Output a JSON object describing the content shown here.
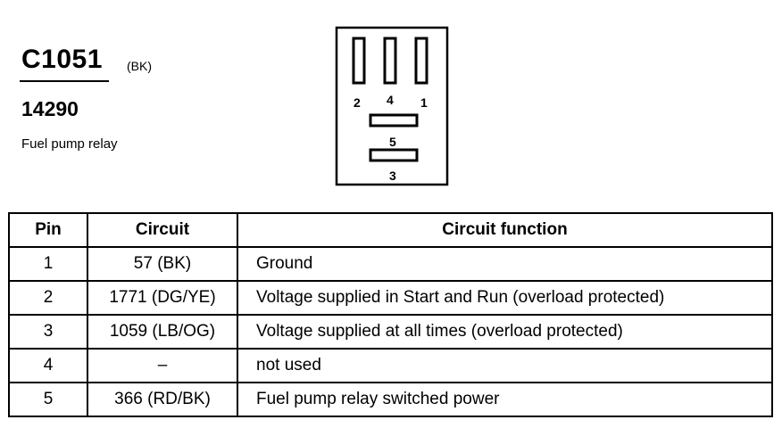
{
  "header": {
    "connector_id": "C1051",
    "connector_color": "(BK)",
    "part_number": "14290",
    "description": "Fuel pump relay"
  },
  "connector_diagram": {
    "pin_labels": [
      "2",
      "4",
      "1",
      "5",
      "3"
    ]
  },
  "table": {
    "headers": [
      "Pin",
      "Circuit",
      "Circuit function"
    ],
    "rows": [
      {
        "pin": "1",
        "circuit": "57 (BK)",
        "function": "Ground"
      },
      {
        "pin": "2",
        "circuit": "1771 (DG/YE)",
        "function": "Voltage supplied in Start and Run (overload protected)"
      },
      {
        "pin": "3",
        "circuit": "1059 (LB/OG)",
        "function": "Voltage supplied at all times (overload protected)"
      },
      {
        "pin": "4",
        "circuit": "–",
        "function": "not used"
      },
      {
        "pin": "5",
        "circuit": "366 (RD/BK)",
        "function": "Fuel pump relay switched power"
      }
    ]
  }
}
